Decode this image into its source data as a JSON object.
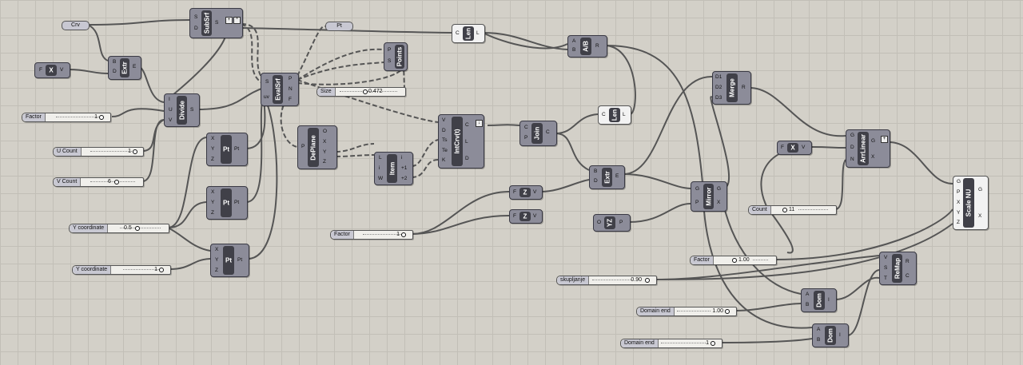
{
  "components": {
    "subsrf": {
      "name": "SubSrf",
      "inputs": [
        "S",
        "D"
      ],
      "outputs": [
        "S"
      ]
    },
    "extr1": {
      "name": "Extr",
      "inputs": [
        "B",
        "D"
      ],
      "outputs": [
        "E"
      ]
    },
    "x1": {
      "name": "X",
      "inputs": [
        "F"
      ],
      "outputs": [
        "V"
      ]
    },
    "divide": {
      "name": "Divide",
      "inputs": [
        "I",
        "U",
        "V"
      ],
      "outputs": [
        "S"
      ]
    },
    "pt1": {
      "name": "Pt",
      "inputs": [
        "X",
        "Y",
        "Z"
      ],
      "outputs": [
        "Pt"
      ]
    },
    "pt2": {
      "name": "Pt",
      "inputs": [
        "X",
        "Y",
        "Z"
      ],
      "outputs": [
        "Pt"
      ]
    },
    "pt3": {
      "name": "Pt",
      "inputs": [
        "X",
        "Y",
        "Z"
      ],
      "outputs": [
        "Pt"
      ]
    },
    "evalsrf": {
      "name": "EvalSrf",
      "inputs": [
        "S",
        "uv"
      ],
      "outputs": [
        "P",
        "N",
        "F"
      ]
    },
    "points": {
      "name": "Points",
      "inputs": [
        "P",
        "S"
      ],
      "outputs": []
    },
    "deplane": {
      "name": "DePlane",
      "inputs": [
        "P"
      ],
      "outputs": [
        "O",
        "X",
        "Y",
        "Z"
      ]
    },
    "item": {
      "name": "Item",
      "inputs": [
        "L",
        "i",
        "W"
      ],
      "outputs": [
        "i",
        "+1",
        "+2"
      ]
    },
    "intcrv": {
      "name": "IntCrv(t)",
      "inputs": [
        "V",
        "D",
        "Ts",
        "Te",
        "K"
      ],
      "outputs": [
        "C",
        "L",
        "D"
      ]
    },
    "len1": {
      "name": "Len",
      "inputs": [
        "C"
      ],
      "outputs": [
        "L"
      ]
    },
    "join": {
      "name": "Join",
      "inputs": [
        "C",
        "P"
      ],
      "outputs": [
        "C"
      ]
    },
    "len2": {
      "name": "Len",
      "inputs": [
        "C"
      ],
      "outputs": [
        "L"
      ]
    },
    "ab": {
      "name": "A/B",
      "inputs": [
        "A",
        "B"
      ],
      "outputs": [
        "R"
      ]
    },
    "extr2": {
      "name": "Extr",
      "inputs": [
        "B",
        "D"
      ],
      "outputs": [
        "E"
      ]
    },
    "z1": {
      "name": "Z",
      "inputs": [
        "F"
      ],
      "outputs": [
        "V"
      ]
    },
    "z2": {
      "name": "Z",
      "inputs": [
        "F"
      ],
      "outputs": [
        "V"
      ]
    },
    "yz": {
      "name": "YZ",
      "inputs": [
        "O"
      ],
      "outputs": [
        "P"
      ]
    },
    "merge": {
      "name": "Merge",
      "inputs": [
        "D1",
        "D2",
        "D3"
      ],
      "outputs": [
        "R"
      ]
    },
    "mirror": {
      "name": "Mirror",
      "inputs": [
        "G",
        "P"
      ],
      "outputs": [
        "G",
        "X"
      ]
    },
    "x2": {
      "name": "X",
      "inputs": [
        "F"
      ],
      "outputs": [
        "V"
      ]
    },
    "arrlinear": {
      "name": "ArrLinear",
      "inputs": [
        "G",
        "D",
        "N"
      ],
      "outputs": [
        "G",
        "X"
      ]
    },
    "scalenu": {
      "name": "Scale NU",
      "inputs": [
        "G",
        "P",
        "X",
        "Y",
        "Z"
      ],
      "outputs": [
        "G",
        "X"
      ]
    },
    "remap": {
      "name": "ReMap",
      "inputs": [
        "V",
        "S",
        "T"
      ],
      "outputs": [
        "R",
        "C"
      ]
    },
    "dom1": {
      "name": "Dom",
      "inputs": [
        "A",
        "B"
      ],
      "outputs": [
        "I"
      ]
    },
    "dom2": {
      "name": "Dom",
      "inputs": [
        "A",
        "B"
      ],
      "outputs": [
        "I"
      ]
    }
  },
  "params": {
    "crv": "Crv",
    "pt": "Pt"
  },
  "sliders": {
    "factor1": {
      "name": "Factor",
      "value": "1"
    },
    "ucount": {
      "name": "U Count",
      "value": "1"
    },
    "vcount": {
      "name": "V Count",
      "value": "6"
    },
    "ycoord1": {
      "name": "Y coordinate",
      "value": "0.5"
    },
    "ycoord2": {
      "name": "Y coordinate",
      "value": "1"
    },
    "size": {
      "name": "Size",
      "value": "0.472"
    },
    "factor2": {
      "name": "Factor",
      "value": "1"
    },
    "count": {
      "name": "Count",
      "value": "11"
    },
    "factor3": {
      "name": "Factor",
      "value": "1.00"
    },
    "skupljanje": {
      "name": "skupljanje",
      "value": "0.90"
    },
    "domainend1": {
      "name": "Domain end",
      "value": "1.00"
    },
    "domainend2": {
      "name": "Domain end",
      "value": "1"
    }
  },
  "colors": {
    "canvas": "#d3d0c8",
    "component": "#8c8c99",
    "wire": "#4a4a4a"
  }
}
